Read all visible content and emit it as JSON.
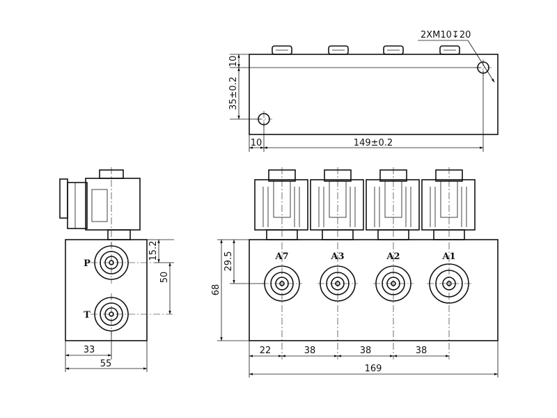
{
  "top_view": {
    "thread_callout": "2XM10↧20",
    "dim_top": "10",
    "dim_hole_spacing": "35±0.2",
    "dim_left": "10",
    "dim_length": "149±0.2"
  },
  "side_view": {
    "label_p": "P",
    "label_t": "T",
    "dim_p_offset": "15.2",
    "dim_pt_height": "50",
    "dim_port_x": "33",
    "dim_width": "55"
  },
  "front_view": {
    "ports": [
      "A7",
      "A3",
      "A2",
      "A1"
    ],
    "dim_port_height": "29.5",
    "dim_height": "68",
    "dim_first": "22",
    "dim_pitch_1": "38",
    "dim_pitch_2": "38",
    "dim_pitch_3": "38",
    "dim_total": "169"
  }
}
